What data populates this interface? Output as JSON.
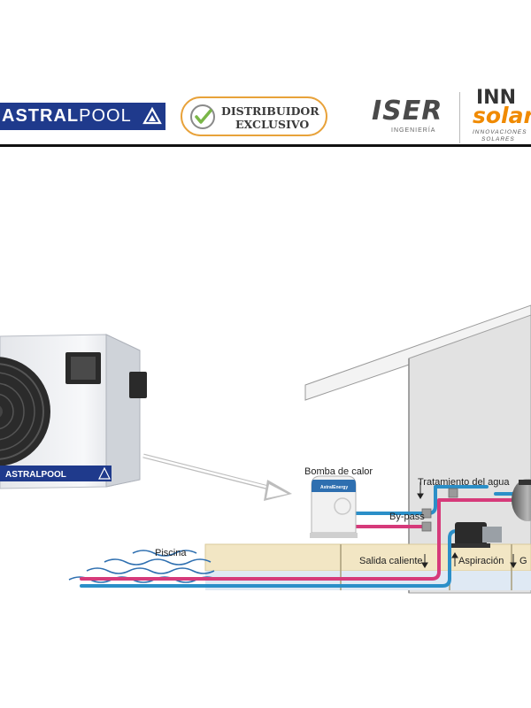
{
  "header": {
    "astral_logo": "ASTRALPOOL",
    "astral_logo_bold": "ASTRAL",
    "astral_logo_light": "POOL",
    "distributor_line1": "DISTRIBUIDOR",
    "distributor_line2": "EXCLUSIVO",
    "iser_logo": "ISER",
    "iser_subtitle": "INGENIERÍA",
    "inn_logo_top": "INN",
    "inn_logo_bottom": "solar",
    "inn_subtitle_1": "INNOVACIONES",
    "inn_subtitle_2": "SOLARES"
  },
  "heat_pump_unit": {
    "brand_plate": "ASTRALPOOL"
  },
  "diagram": {
    "labels": {
      "heat_pump": "Bomba de calor",
      "water_treatment": "Tratamiento del agua",
      "bypass": "By-pass",
      "pool": "Piscina",
      "hot_outlet": "Salida caliente",
      "suction": "Aspiración",
      "cut_label": "G"
    },
    "small_unit_label": "AstralEnergy"
  },
  "colors": {
    "astral_blue": "#1f3a8c",
    "badge_orange": "#e8a23a",
    "iser_green": "#7ab648",
    "solar_orange": "#f08a00",
    "pipe_hot": "#d63a7a",
    "pipe_cold": "#2b8fc8",
    "ground": "#f2e6c4",
    "water": "#2e6fb0"
  }
}
